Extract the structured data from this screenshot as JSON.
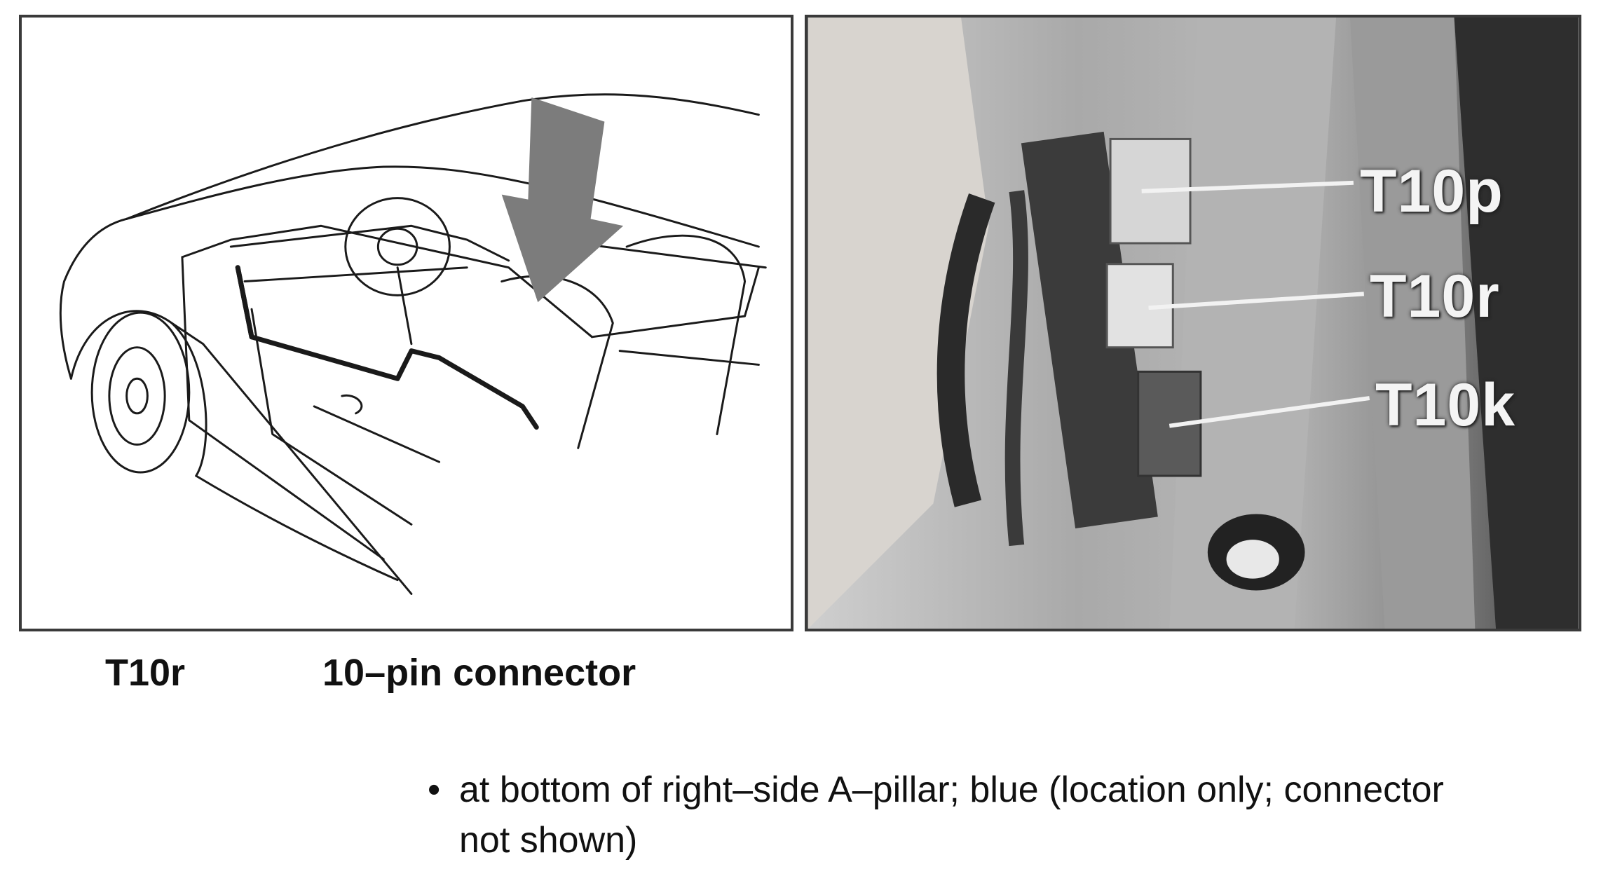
{
  "photo_callouts": {
    "t10p": "T10p",
    "t10r": "T10r",
    "t10k": "T10k"
  },
  "caption": {
    "connector_id": "T10r",
    "connector_desc": "10–pin connector"
  },
  "note": {
    "bullet": "•",
    "text": "at bottom of right–side A–pillar; blue (location only; connector not shown)"
  },
  "colors": {
    "arrow": "#7c7c7c",
    "line_art": "#1a1a1a",
    "frame": "#3a3a3a"
  }
}
